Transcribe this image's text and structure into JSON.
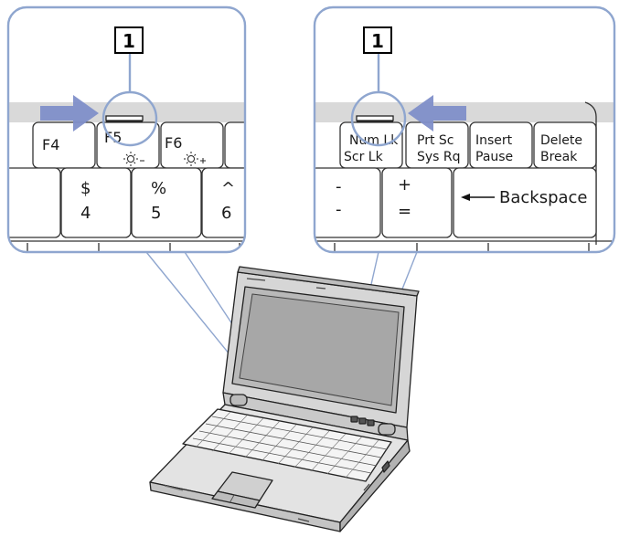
{
  "colors": {
    "callout_border": "#8fa6cf",
    "arrow": "#7f8fc9",
    "key_outline": "#333333",
    "keyboard_strip": "#d9d9d9"
  },
  "left_callout": {
    "number": "1",
    "keys": {
      "f4": "F4",
      "f5": "F5",
      "f6": "F6",
      "dollar_top": "$",
      "dollar_bottom": "4",
      "percent_top": "%",
      "percent_bottom": "5",
      "caret_top": "^",
      "caret_bottom": "6"
    },
    "icons": [
      "brightness-down-icon",
      "brightness-up-icon"
    ]
  },
  "right_callout": {
    "number": "1",
    "keys": {
      "numlk_1": "Num Lk",
      "numlk_2": "Scr Lk",
      "prtsc_1": "Prt Sc",
      "prtsc_2": "Sys Rq",
      "insert_1": "Insert",
      "insert_2": "Pause",
      "delete_1": "Delete",
      "delete_2": "Break",
      "minus_top": "-",
      "minus_bottom": "-",
      "plus_top": "+",
      "plus_bottom": "=",
      "backspace": "Backspace"
    },
    "icons": [
      "backspace-arrow-icon"
    ]
  }
}
